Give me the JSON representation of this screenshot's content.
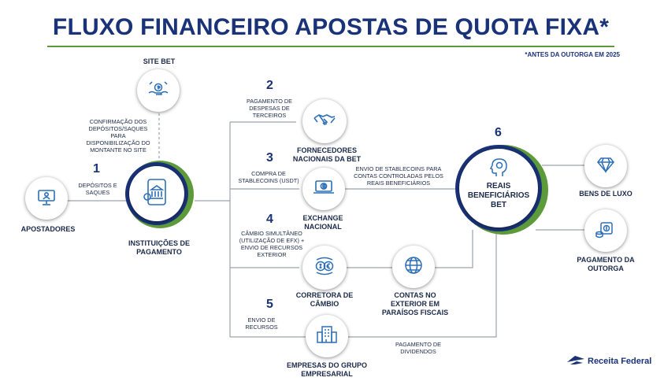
{
  "title": "FLUXO FINANCEIRO APOSTAS DE QUOTA FIXA*",
  "note": "*ANTES DA OUTORGA EM 2025",
  "colors": {
    "navy": "#1a3378",
    "green": "#5c9a3a",
    "line": "#9aa3ad",
    "icon": "#2d6fb6"
  },
  "nodes": {
    "apostadores": "APOSTADORES",
    "site_bet": "SITE BET",
    "instituicoes": "INSTITUIÇÕES DE PAGAMENTO",
    "fornecedores": "FORNECEDORES NACIONAIS DA BET",
    "exchange": "EXCHANGE NACIONAL",
    "corretora": "CORRETORA DE CÂMBIO",
    "contas_exterior": "CONTAS NO EXTERIOR EM PARAÍSOS FISCAIS",
    "empresas": "EMPRESAS DO GRUPO EMPRESARIAL",
    "reais": "REAIS BENEFICIÁRIOS BET",
    "bens": "BENS DE LUXO",
    "outorga": "PAGAMENTO DA OUTORGA"
  },
  "steps": {
    "s1": {
      "number": "1",
      "text": "DEPÓSITOS E SAQUES"
    },
    "s2": {
      "number": "2",
      "text": "PAGAMENTO DE DESPESAS DE TERCEIROS"
    },
    "s3": {
      "number": "3",
      "text": "COMPRA DE STABLECOINS (USDT)"
    },
    "s4": {
      "number": "4",
      "text": "CÂMBIO SIMULTÂNEO (UTILIZAÇÃO DE EFX) + ENVIO DE RECURSOS EXTERIOR"
    },
    "s5": {
      "number": "5",
      "text": "ENVIO DE RECURSOS"
    },
    "s6": {
      "number": "6"
    }
  },
  "annotations": {
    "confirmacao": "CONFIRMAÇÃO DOS DEPÓSITOS/SAQUES PARA DISPONIBILIZAÇÃO DO MONTANTE NO SITE",
    "stablecoins": "ENVIO DE STABLECOINS PARA CONTAS CONTROLADAS PELOS REAIS BENEFICIÁRIOS",
    "dividendos": "PAGAMENTO DE DIVIDENDOS"
  },
  "logo": {
    "text": "Receita Federal"
  }
}
